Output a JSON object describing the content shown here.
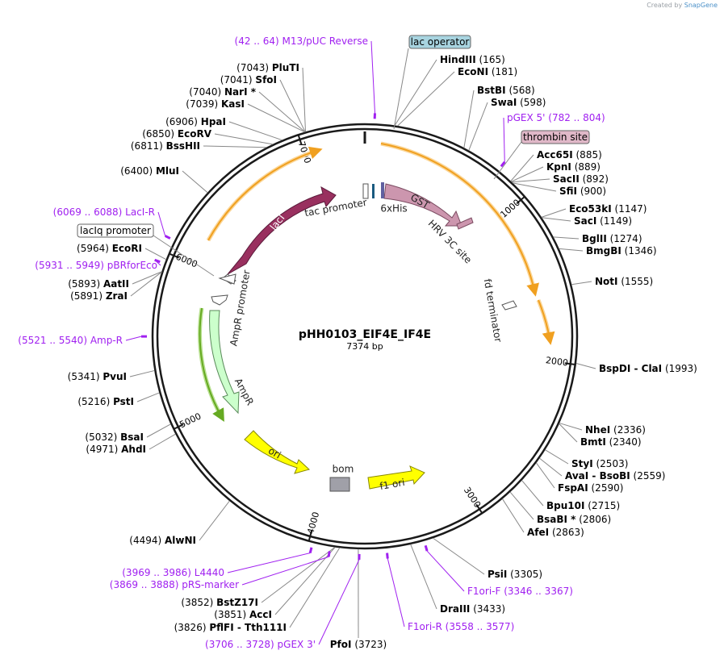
{
  "credit": {
    "prefix": "Created by",
    "brand": "SnapGene"
  },
  "map": {
    "name": "pHH0103_EIF4E_IF4E",
    "size_label": "7374 bp",
    "length": 7374
  },
  "ticks": [
    "1000",
    "2000",
    "3000",
    "4000",
    "5000",
    "6000",
    "7000"
  ],
  "features": [
    {
      "name": "lacI",
      "color": "#99305f"
    },
    {
      "name": "GST",
      "color": "#cc96ae"
    },
    {
      "name": "AmpR",
      "color": "#ccffcc"
    },
    {
      "name": "ori",
      "color": "#ffff00"
    },
    {
      "name": "f1 ori",
      "color": "#ffff00"
    },
    {
      "name": "bom",
      "color": "#a0a0a8"
    },
    {
      "name": "tac promoter",
      "color": "#ffffff"
    },
    {
      "name": "AmpR promoter",
      "color": "#ffffff"
    },
    {
      "name": "fd terminator",
      "color": "#ffffff"
    },
    {
      "name": "6xHis",
      "color": "#6060a0"
    },
    {
      "name": "HRV 3C site",
      "color": "#cc96ae"
    }
  ],
  "boxed_labels": [
    {
      "name": "lac operator",
      "color": "#a8d4e0"
    },
    {
      "name": "thrombin site",
      "color": "#e0b8c8"
    },
    {
      "name": "lacIq promoter",
      "color": "#ffffff"
    }
  ],
  "sites": [
    {
      "name": "HindIII",
      "pos": "(165)"
    },
    {
      "name": "EcoNI",
      "pos": "(181)"
    },
    {
      "name": "BstBI",
      "pos": "(568)"
    },
    {
      "name": "SwaI",
      "pos": "(598)"
    },
    {
      "name": "Acc65I",
      "pos": "(885)"
    },
    {
      "name": "KpnI",
      "pos": "(889)"
    },
    {
      "name": "SacII",
      "pos": "(892)"
    },
    {
      "name": "SfiI",
      "pos": "(900)"
    },
    {
      "name": "Eco53kI",
      "pos": "(1147)"
    },
    {
      "name": "SacI",
      "pos": "(1149)"
    },
    {
      "name": "BglII",
      "pos": "(1274)"
    },
    {
      "name": "BmgBI",
      "pos": "(1346)"
    },
    {
      "name": "NotI",
      "pos": "(1555)"
    },
    {
      "name": "BspDI - ClaI",
      "pos": "(1993)"
    },
    {
      "name": "NheI",
      "pos": "(2336)"
    },
    {
      "name": "BmtI",
      "pos": "(2340)"
    },
    {
      "name": "StyI",
      "pos": "(2503)"
    },
    {
      "name": "AvaI - BsoBI",
      "pos": "(2559)"
    },
    {
      "name": "FspAI",
      "pos": "(2590)"
    },
    {
      "name": "Bpu10I",
      "pos": "(2715)"
    },
    {
      "name": "BsaBI *",
      "pos": "(2806)"
    },
    {
      "name": "AfeI",
      "pos": "(2863)"
    },
    {
      "name": "PsiI",
      "pos": "(3305)"
    },
    {
      "name": "DraIII",
      "pos": "(3433)"
    },
    {
      "name": "PfoI",
      "pos": "(3723)"
    },
    {
      "name": "BstZ17I",
      "pos": "(3852)"
    },
    {
      "name": "AccI",
      "pos": "(3851)"
    },
    {
      "name": "PflFI - Tth111I",
      "pos": "(3826)"
    },
    {
      "name": "AlwNI",
      "pos": "(4494)"
    },
    {
      "name": "BsaI",
      "pos": "(5032)"
    },
    {
      "name": "AhdI",
      "pos": "(4971)"
    },
    {
      "name": "PstI",
      "pos": "(5216)"
    },
    {
      "name": "PvuI",
      "pos": "(5341)"
    },
    {
      "name": "AatII",
      "pos": "(5893)"
    },
    {
      "name": "ZraI",
      "pos": "(5891)"
    },
    {
      "name": "EcoRI",
      "pos": "(5964)"
    },
    {
      "name": "MluI",
      "pos": "(6400)"
    },
    {
      "name": "BssHII",
      "pos": "(6811)"
    },
    {
      "name": "EcoRV",
      "pos": "(6850)"
    },
    {
      "name": "HpaI",
      "pos": "(6906)"
    },
    {
      "name": "KasI",
      "pos": "(7039)"
    },
    {
      "name": "NarI *",
      "pos": "(7040)"
    },
    {
      "name": "SfoI",
      "pos": "(7041)"
    },
    {
      "name": "PluTI",
      "pos": "(7043)"
    }
  ],
  "primers": [
    {
      "name": "M13/pUC Reverse",
      "range": "(42 .. 64)"
    },
    {
      "name": "pGEX 5'",
      "range": "(782 .. 804)"
    },
    {
      "name": "F1ori-F",
      "range": "(3346 .. 3367)"
    },
    {
      "name": "F1ori-R",
      "range": "(3558 .. 3577)"
    },
    {
      "name": "pGEX 3'",
      "range": "(3706 .. 3728)"
    },
    {
      "name": "pRS-marker",
      "range": "(3869 .. 3888)"
    },
    {
      "name": "L4440",
      "range": "(3969 .. 3986)"
    },
    {
      "name": "Amp-R",
      "range": "(5521 .. 5540)"
    },
    {
      "name": "pBRforEco",
      "range": "(5931 .. 5949)"
    },
    {
      "name": "LacI-R",
      "range": "(6069 .. 6088)"
    }
  ],
  "colors": {
    "backbone": "#1a1a1a",
    "primer": "#a020f0",
    "orf_arrow": "#f0a020",
    "orf_glow": "#fbd79a",
    "ampr_glow": "#66aa22"
  }
}
